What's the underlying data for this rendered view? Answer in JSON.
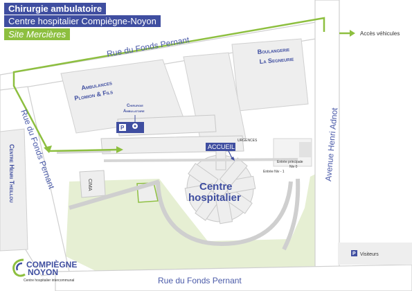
{
  "header": {
    "line1": "Chirurgie ambulatoire",
    "line2": "Centre hospitalier Compiègne-Noyon",
    "line3": "Site Mercières"
  },
  "legend": {
    "vehicle_access": "Accès véhicules"
  },
  "streets": {
    "top": "Rue du Fonds Pernant",
    "left": "Rue du Fonds Pernant",
    "bottom": "Rue du Fonds Pernant",
    "right": "Avenue Henri Adnot"
  },
  "buildings": {
    "boulangerie_1": "Boulangerie",
    "boulangerie_2": "La Segneurie",
    "ambulances_1": "Ambulances",
    "ambulances_2": "Plomion & Fils",
    "centre_theillou": "Centre Henri Theillou",
    "chirurgie_1": "Chirurgie",
    "chirurgie_2": "Ambulatoire",
    "cima": "CIMA",
    "centre_hospitalier_1": "Centre",
    "centre_hospitalier_2": "hospitalier"
  },
  "labels": {
    "accueil": "ACCUEIL",
    "urgences": "URGENCES",
    "entree_principale_1": "Entrée principale",
    "entree_principale_2": "Niv 0",
    "entree_niv": "Entrée Niv - 1",
    "visiteurs": "Visiteurs",
    "parking_symbol": "P"
  },
  "logo": {
    "line1": "COMPIÈGNE",
    "line2": "NOYON",
    "line3": "Centre hospitalier intercommunal"
  },
  "colors": {
    "brand_blue": "#3f4ea0",
    "green": "#8dbf3f",
    "light_green": "#e6efd3",
    "building_grey": "#eeeeee",
    "road_outline": "#c8c8c8"
  }
}
